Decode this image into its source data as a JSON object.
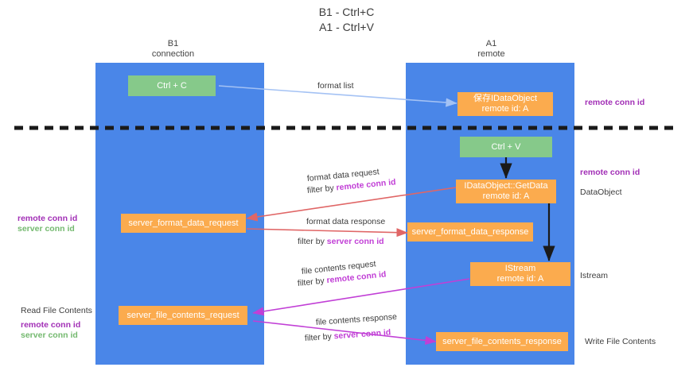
{
  "title": {
    "line1": "B1 - Ctrl+C",
    "line2": "A1 - Ctrl+V"
  },
  "columns": [
    {
      "name": "B1",
      "role": "connection"
    },
    {
      "name": "A1",
      "role": "remote"
    }
  ],
  "nodes": {
    "ctrl_c": "Ctrl + C",
    "ctrl_v": "Ctrl + V",
    "save_idataobject_line1": "保存IDataObject",
    "save_idataobject_line2": "remote id: A",
    "getdata_line1": "IDataObject::GetData",
    "getdata_line2": "remote id: A",
    "istream_line1": "IStream",
    "istream_line2": "remote id: A",
    "server_format_data_request": "server_format_data_request",
    "server_format_data_response": "server_format_data_response",
    "server_file_contents_request": "server_file_contents_request",
    "server_file_contents_response": "server_file_contents_response"
  },
  "edge_labels": {
    "format_list": "format list",
    "format_data_request": "format data request",
    "format_data_request_filter_prefix": "filter by ",
    "format_data_request_filter_key": "remote conn id",
    "format_data_response": "format data response",
    "format_data_response_filter_prefix": "filter by ",
    "format_data_response_filter_key": "server conn id",
    "file_contents_request": "file contents request",
    "file_contents_request_filter_prefix": "filter by ",
    "file_contents_request_filter_key": "remote conn id",
    "file_contents_response": "file contents response",
    "file_contents_response_filter_prefix": "filter by ",
    "file_contents_response_filter_key": "server conn id"
  },
  "right_annotations": {
    "remote_conn_id_top": "remote conn id",
    "remote_conn_id_mid": "remote conn id",
    "dataobject": "DataObject",
    "istream": "Istream",
    "write_file_contents": "Write File Contents"
  },
  "left_annotations": {
    "remote_conn_id_mid": "remote conn id",
    "server_conn_id_mid": "server conn id",
    "read_file_contents": "Read File Contents",
    "remote_conn_id_bottom": "remote conn id",
    "server_conn_id_bottom": "server conn id"
  },
  "colors": {
    "column_blue": "#4a86e8",
    "node_green": "#86c98a",
    "node_orange": "#fbab4e",
    "accent_purple": "#a22fb6",
    "accent_green": "#74b96f",
    "arrow_red": "#e06666",
    "arrow_blue": "#a4c2f4",
    "arrow_magenta": "#c13fd6",
    "divider_black": "#1a1a1a"
  }
}
